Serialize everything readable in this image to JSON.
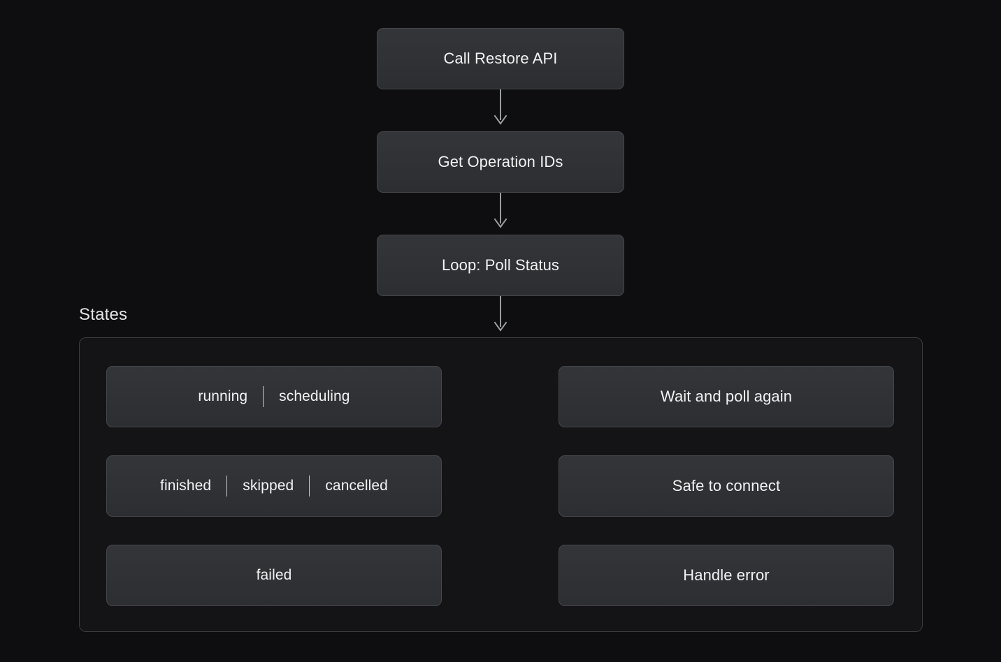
{
  "diagram": {
    "background_color": "#0e0e10",
    "node_fill": "#2f3135",
    "node_border": "#44464b",
    "text_color": "#f2f2f3",
    "edge_color": "#9a9c9f",
    "dashed_edge_color": "#6f7174"
  },
  "flow": {
    "steps": [
      {
        "id": "call-restore-api",
        "label": "Call Restore API"
      },
      {
        "id": "get-operation-ids",
        "label": "Get Operation IDs"
      },
      {
        "id": "loop-poll-status",
        "label": "Loop: Poll Status"
      }
    ]
  },
  "states_group": {
    "title": "States",
    "rows": [
      {
        "id": "running-scheduling",
        "states": [
          "running",
          "scheduling"
        ],
        "separator": "|",
        "edge_style": "dashed",
        "target": {
          "id": "wait-and-poll-again",
          "label": "Wait and poll again"
        }
      },
      {
        "id": "finished-skipped-cancelled",
        "states": [
          "finished",
          "skipped",
          "cancelled"
        ],
        "separator": "|",
        "edge_style": "dashed",
        "target": {
          "id": "safe-to-connect",
          "label": "Safe to connect"
        }
      },
      {
        "id": "failed",
        "states": [
          "failed"
        ],
        "separator": "|",
        "edge_style": "dashed",
        "target": {
          "id": "handle-error",
          "label": "Handle error"
        }
      }
    ]
  }
}
